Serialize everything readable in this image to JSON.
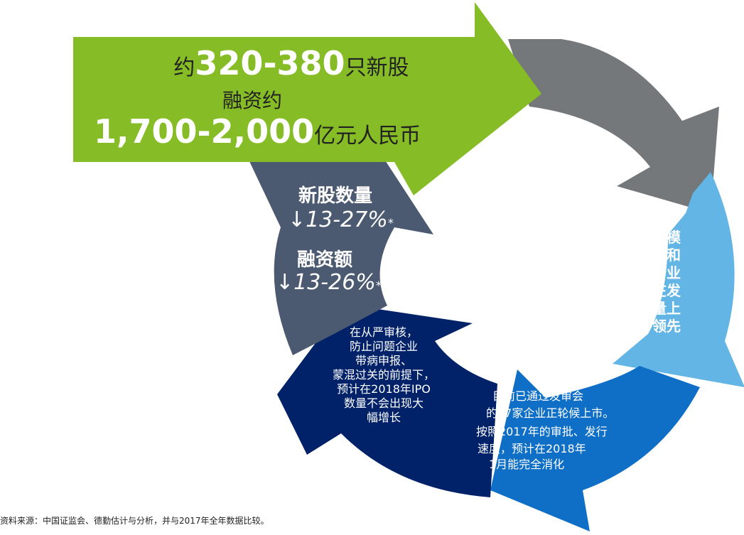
{
  "colors": {
    "green": "#86BC25",
    "gray": "#75787B",
    "light_blue": "#62B5E5",
    "mid_blue": "#0F6FC6",
    "navy": "#012169",
    "slate": "#4C5A71"
  },
  "green_arrow": {
    "prefix": "约",
    "count": "320-380",
    "count_suffix": "只新股",
    "line2": "融资约",
    "amount": "1,700-2,000",
    "amount_suffix": "亿元人民币"
  },
  "slate_arrow": {
    "label1": "新股数量",
    "value1": "↓13-27%",
    "star1": "*",
    "label2": "融资额",
    "value2": "↓13-26%",
    "star2": "*"
  },
  "light_blue_arrow": {
    "lines": [
      "中小规模",
      "的制造和",
      "科技行业",
      "仍会在发",
      "行数量上",
      "处于领先"
    ]
  },
  "mid_blue_arrow": {
    "lines": [
      "目前已通过发审会",
      "的27家企业正轮候上市。",
      "按照2017年的审批、发行",
      "速度，预计在2018年",
      "1月能完全消化"
    ]
  },
  "navy_arrow": {
    "lines": [
      "在从严审核，",
      "防止问题企业",
      "带病申报、",
      "蒙混过关的前提下，",
      "预计在2018年IPO",
      "数量不会出现大",
      "幅增长"
    ]
  },
  "footnote": "资料来源：中国证监会、德勤估计与分析，并与2017年全年数据比较。"
}
